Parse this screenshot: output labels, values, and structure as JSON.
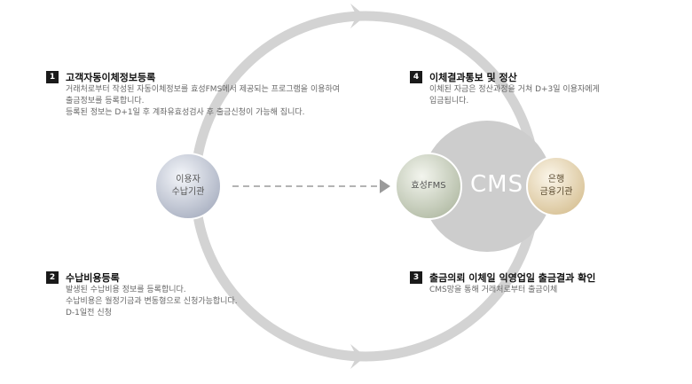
{
  "steps": [
    {
      "number": "1",
      "title": "고객자동이체정보등록",
      "lines": [
        "거래처로부터 작성된 자동이체정보를 효성FMS에서 제공되는 프로그램을 이용하여",
        "출금정보를 등록합니다.",
        "등록된 정보는 D+1일 후 계좌유효성검사 후 출금신청이 가능해 집니다."
      ]
    },
    {
      "number": "2",
      "title": "수납비용등록",
      "lines": [
        "발생된 수납비용 정보를 등록합니다.",
        "수납비용은 월정기금과 변동형으로 신청가능합니다.",
        "D-1일전 신청"
      ]
    },
    {
      "number": "3",
      "title": "출금의뢰 이체일 익영업일 출금결과 확인",
      "lines": [
        "CMS망을 통해 거래처로부터 출금이체"
      ]
    },
    {
      "number": "4",
      "title": "이체결과통보 및 정산",
      "lines": [
        "이체된 자금은 정산과정을 거쳐 D+3일 이용자에게",
        "입금됩니다."
      ]
    }
  ],
  "nodes": {
    "user": [
      "이용자",
      "수납기관"
    ],
    "hyosung": "효성FMS",
    "cms": "CMS",
    "bank": [
      "은행",
      "금융기관"
    ]
  },
  "colors": {
    "cycle": "#d0d0d0",
    "cms_circle": "#cfcfcf",
    "user_circle": "#c9ced9",
    "hyosung_circle": "#d6dccb",
    "bank_circle": "#eadcc0",
    "badge": "#1a1a1a"
  }
}
